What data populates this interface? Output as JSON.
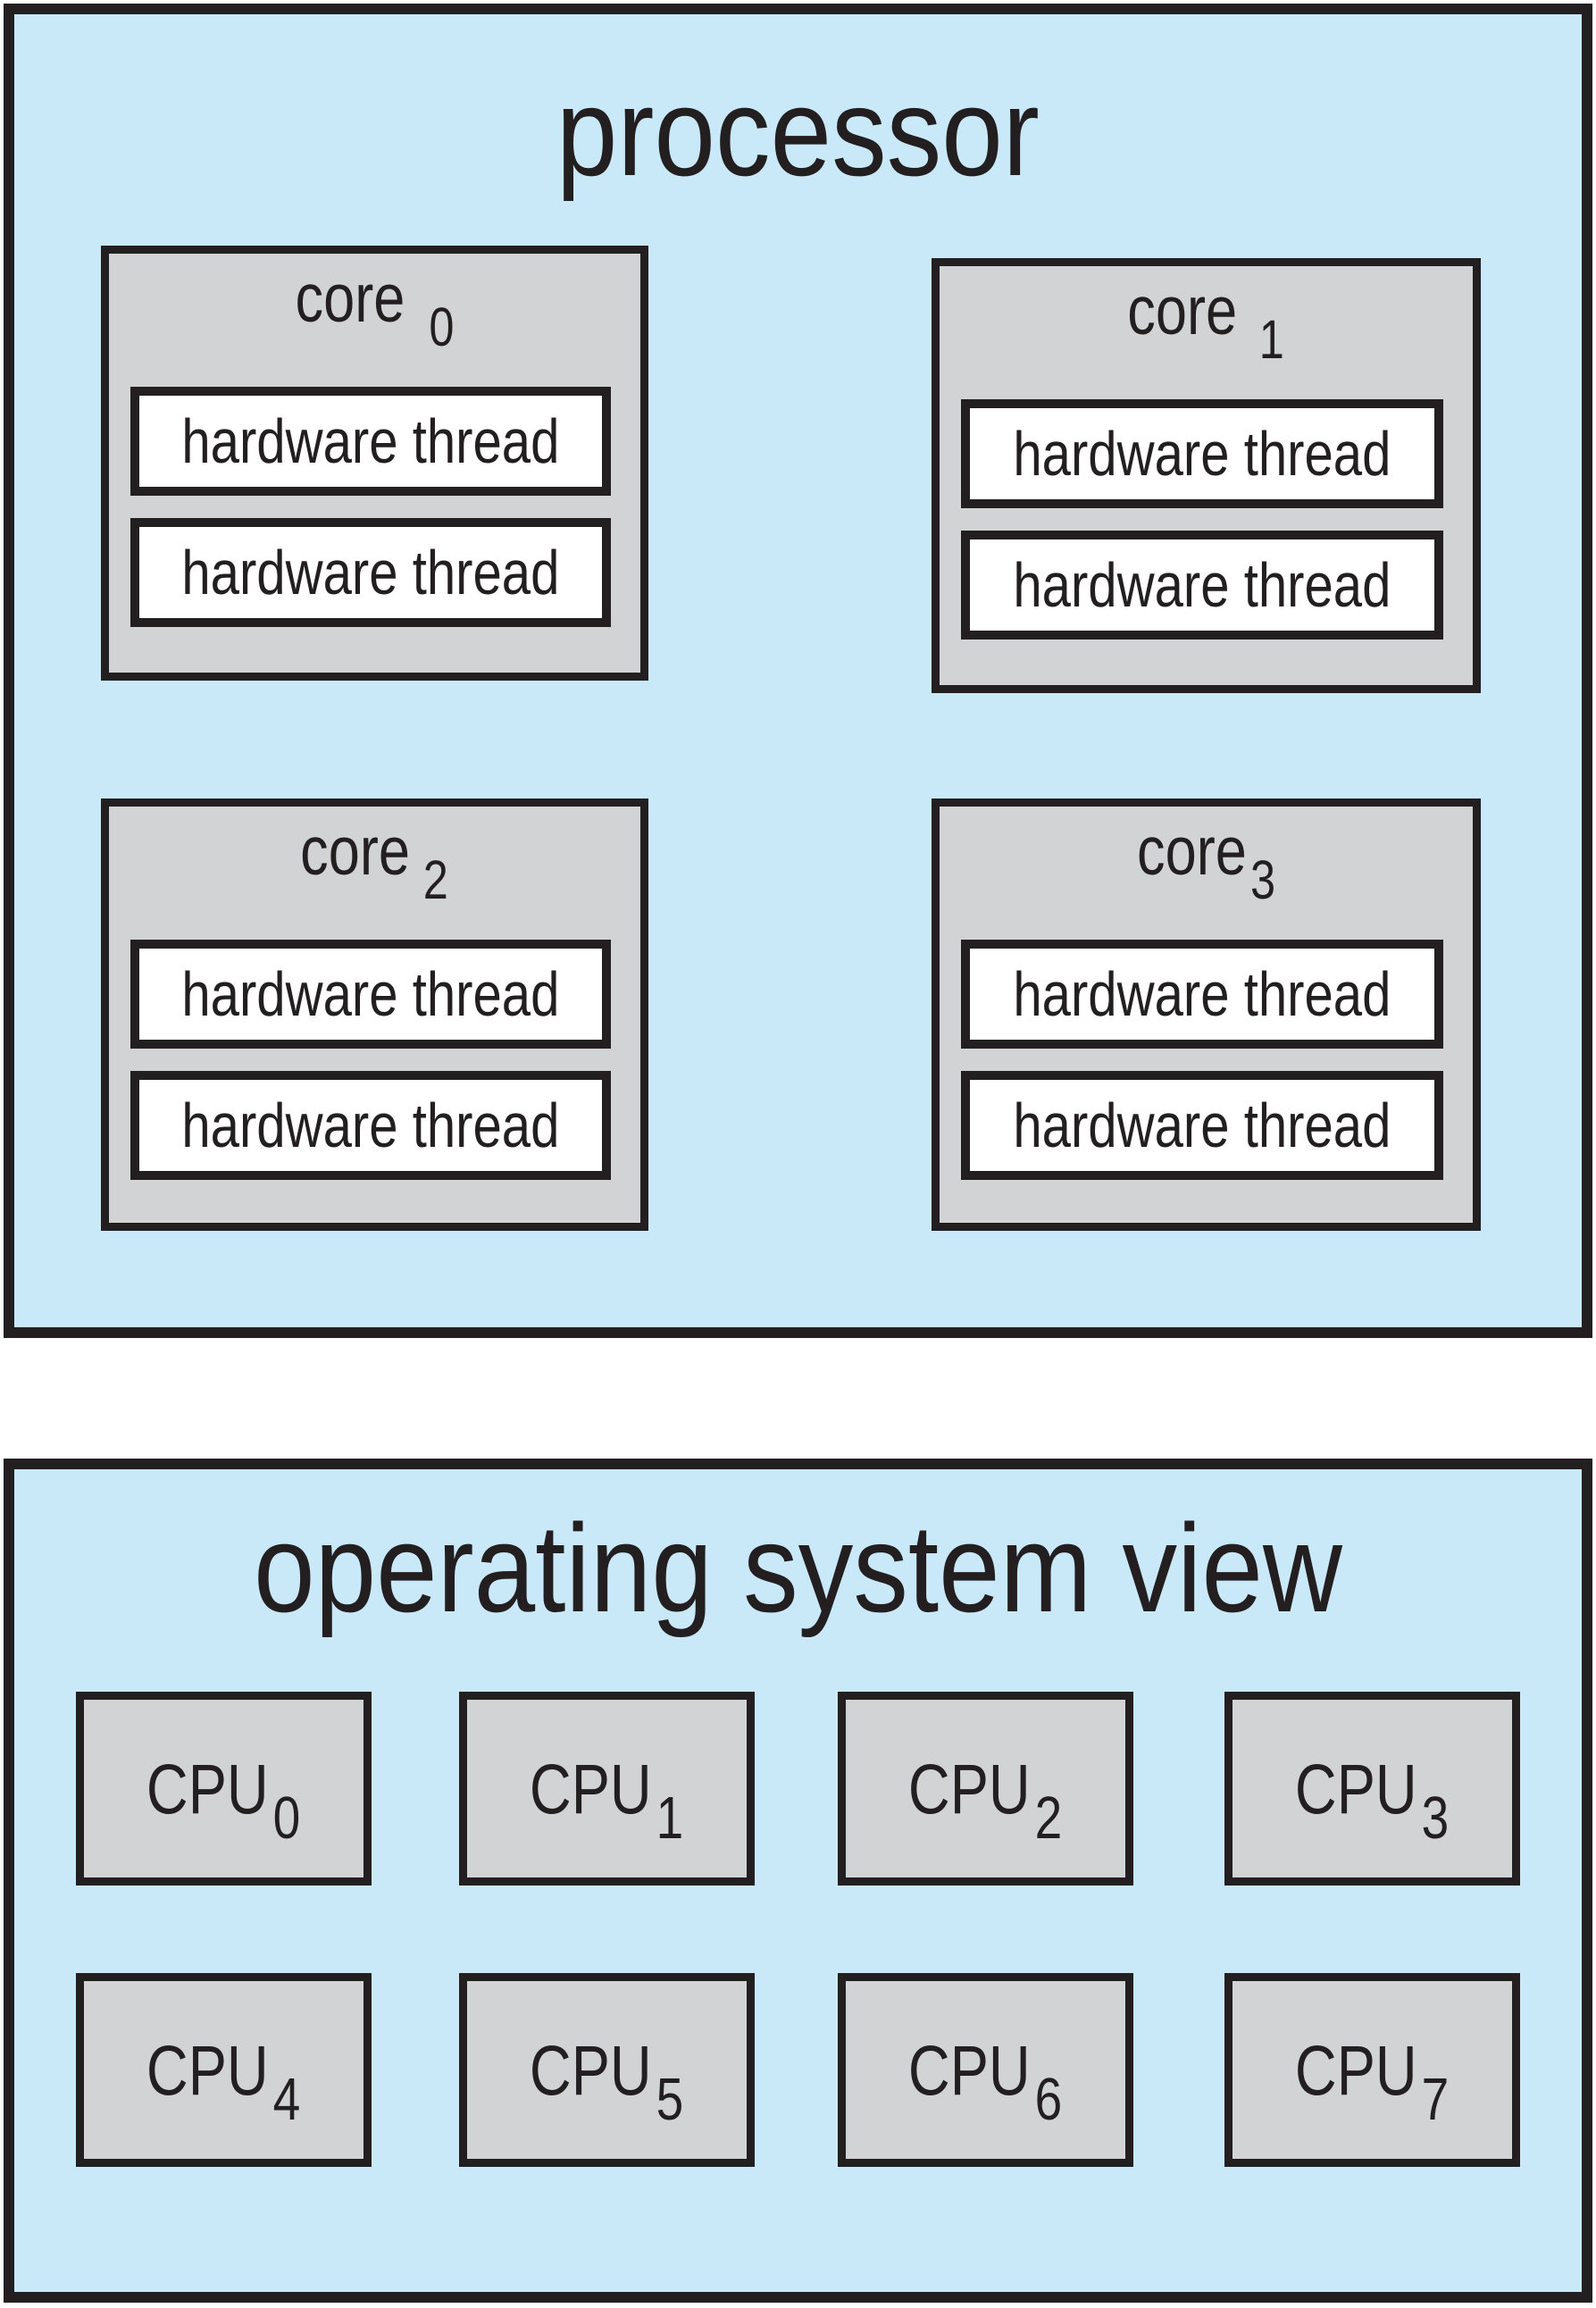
{
  "figure": {
    "colors": {
      "panel_blue": "#c9e8f8",
      "box_gray": "#d2d3d4",
      "thread_white": "#ffffff",
      "line_black": "#231f20"
    },
    "processor": {
      "title": "processor",
      "cores": [
        {
          "name": "core",
          "sub": "0",
          "threads": [
            "hardware thread",
            "hardware thread"
          ]
        },
        {
          "name": "core",
          "sub": "1",
          "threads": [
            "hardware thread",
            "hardware thread"
          ]
        },
        {
          "name": "core",
          "sub": "2",
          "threads": [
            "hardware thread",
            "hardware thread"
          ]
        },
        {
          "name": "core",
          "sub": "3",
          "threads": [
            "hardware thread",
            "hardware thread"
          ]
        }
      ]
    },
    "os_view": {
      "title": "operating system view",
      "cpus": [
        {
          "name": "CPU",
          "sub": "0"
        },
        {
          "name": "CPU",
          "sub": "1"
        },
        {
          "name": "CPU",
          "sub": "2"
        },
        {
          "name": "CPU",
          "sub": "3"
        },
        {
          "name": "CPU",
          "sub": "4"
        },
        {
          "name": "CPU",
          "sub": "5"
        },
        {
          "name": "CPU",
          "sub": "6"
        },
        {
          "name": "CPU",
          "sub": "7"
        }
      ]
    }
  }
}
